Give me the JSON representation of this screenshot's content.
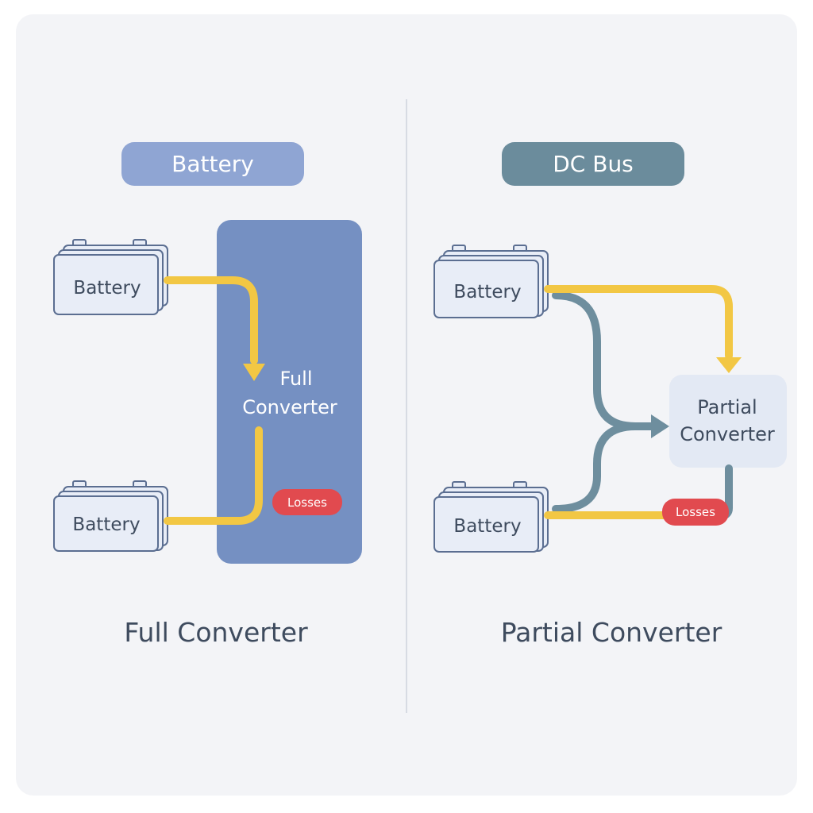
{
  "colors": {
    "background": "#f3f4f7",
    "battery_pill": "#8fa5d3",
    "dc_bus_pill": "#6b8c9c",
    "full_converter_block": "#7590c2",
    "partial_converter_box": "#e3e9f4",
    "battery_fill": "#e8edf7",
    "battery_stroke": "#5b6e91",
    "power_flow": "#f2c744",
    "bypass_flow": "#6e8e9e",
    "losses_badge": "#e14a4f",
    "text_dark": "#3e4b5e"
  },
  "left_panel": {
    "pill_label": "Battery",
    "battery_top_label": "Battery",
    "battery_bottom_label": "Battery",
    "converter_label_line1": "Full",
    "converter_label_line2": "Converter",
    "losses_label": "Losses",
    "caption": "Full Converter"
  },
  "right_panel": {
    "pill_label": "DC Bus",
    "battery_top_label": "Battery",
    "battery_bottom_label": "Battery",
    "converter_label_line1": "Partial",
    "converter_label_line2": "Converter",
    "losses_label": "Losses",
    "caption": "Partial Converter"
  }
}
